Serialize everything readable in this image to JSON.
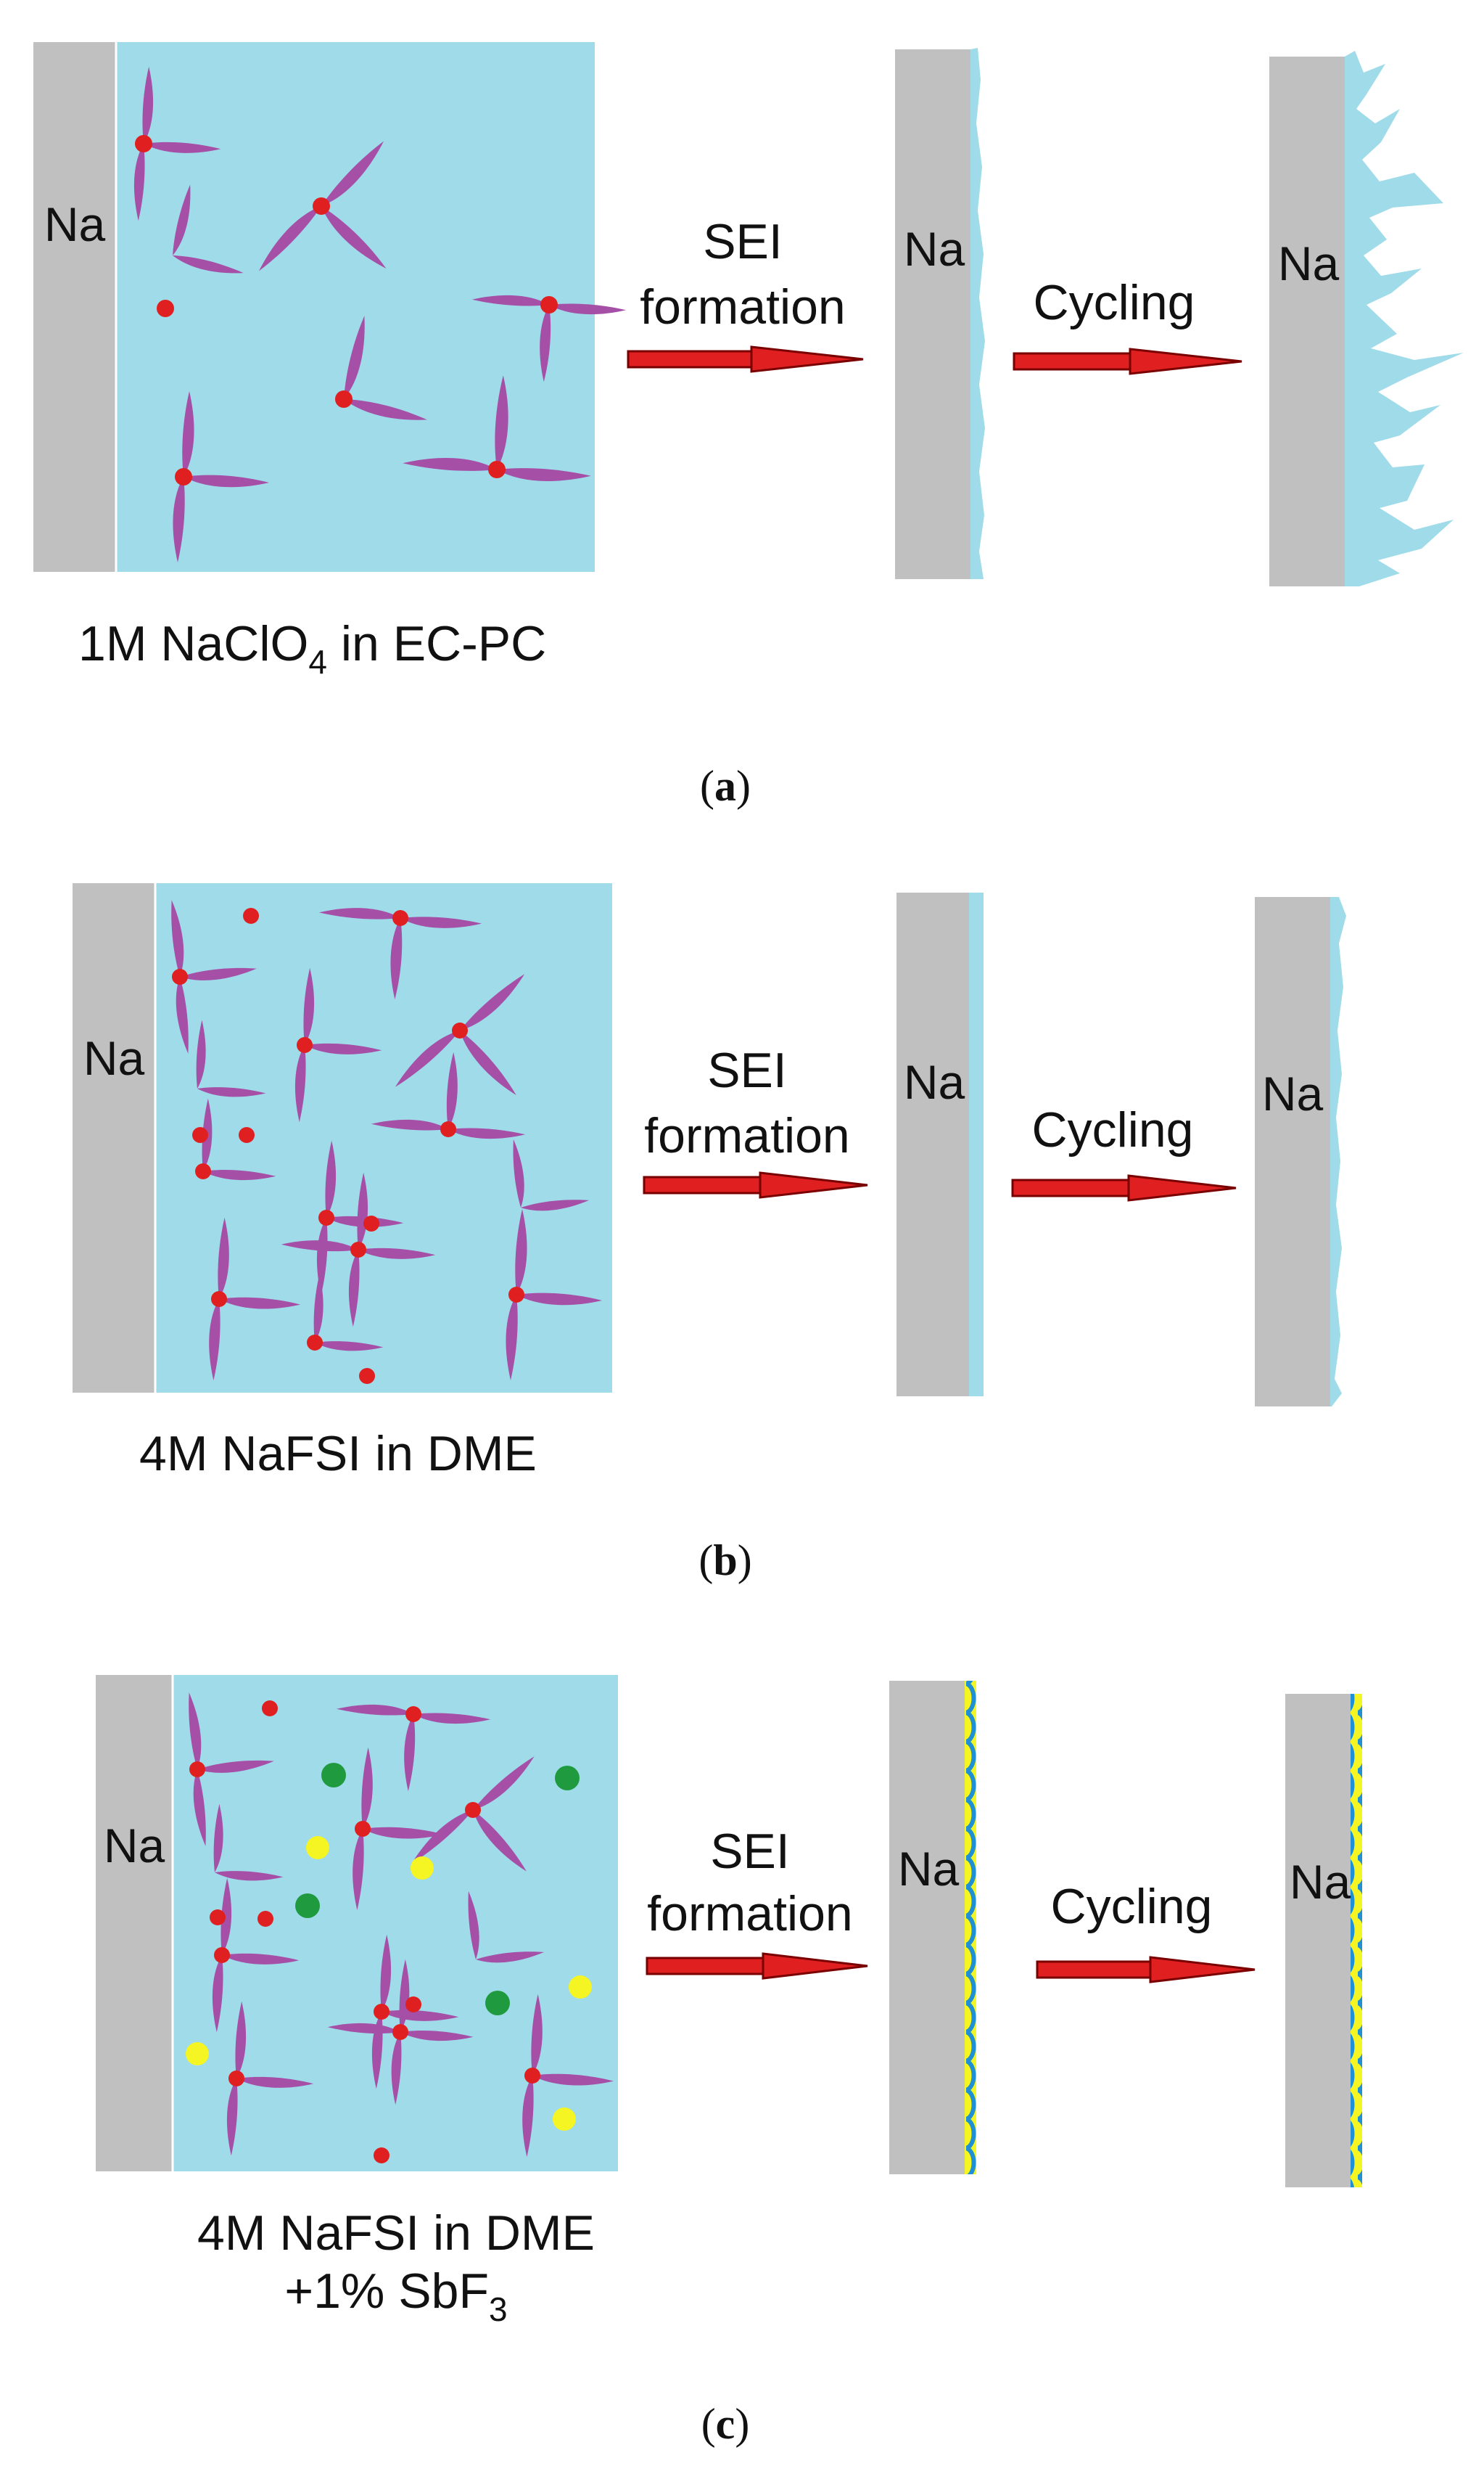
{
  "colors": {
    "electrode": "#c0c0c0",
    "electrolyte": "#a0dbe9",
    "solvent_molecule": "#a64fa6",
    "na_ion": "#e02020",
    "arrow_fill": "#e02020",
    "sei_layer": "#a0dbe9",
    "sei_dot_green": "#1f9a3f",
    "sei_dot_yellow": "#f5f523",
    "sei_outline_blue": "#1f8fd6"
  },
  "panels": [
    {
      "id": "a",
      "caption": "a",
      "electrode_label": "Na",
      "electrolyte_label": "1M NaClO",
      "electrolyte_sub": "4",
      "electrolyte_rest": " in EC-PC",
      "electrolyte_line2": "",
      "electrolyte_line2_sub": "",
      "step1_label_line1": "SEI",
      "step1_label_line2": "formation",
      "step2_label": "Cycling",
      "sei_label": "Na",
      "cycled_label": "Na",
      "concentration": "dilute",
      "additive": false,
      "outcome": "dendrites"
    },
    {
      "id": "b",
      "caption": "b",
      "electrode_label": "Na",
      "electrolyte_label": "4M NaFSI in DME",
      "electrolyte_sub": "",
      "electrolyte_rest": "",
      "electrolyte_line2": "",
      "electrolyte_line2_sub": "",
      "step1_label_line1": "SEI",
      "step1_label_line2": "formation",
      "step2_label": "Cycling",
      "sei_label": "Na",
      "cycled_label": "Na",
      "concentration": "concentrated",
      "additive": false,
      "outcome": "smooth"
    },
    {
      "id": "c",
      "caption": "c",
      "electrode_label": "Na",
      "electrolyte_label": "4M NaFSI in DME",
      "electrolyte_sub": "",
      "electrolyte_rest": "",
      "electrolyte_line2": "+1% SbF",
      "electrolyte_line2_sub": "3",
      "step1_label_line1": "SEI",
      "step1_label_line2": "formation",
      "step2_label": "Cycling",
      "sei_label": "Na",
      "cycled_label": "Na",
      "concentration": "concentrated",
      "additive": true,
      "outcome": "stable"
    }
  ]
}
